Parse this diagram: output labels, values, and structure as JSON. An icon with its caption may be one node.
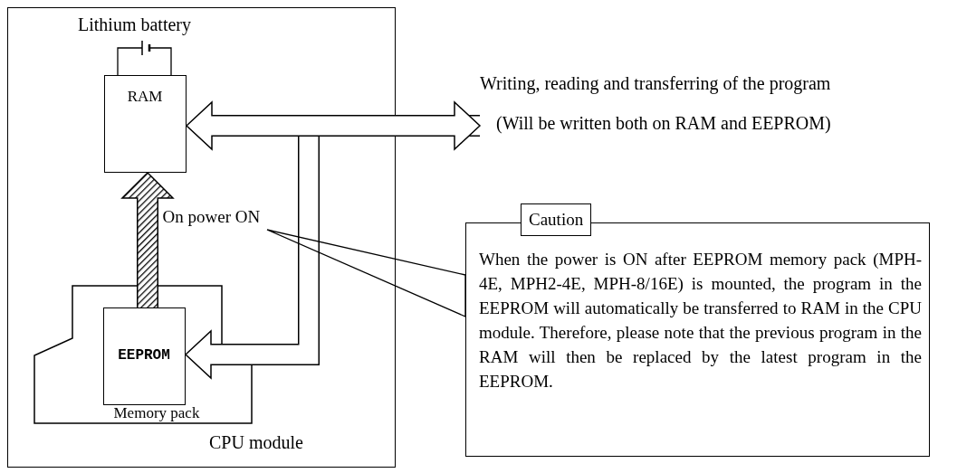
{
  "diagram": {
    "nodes": [
      {
        "text": [
          "CPU module"
        ]
      },
      {
        "text": [
          "RAM"
        ],
        "in": 0
      },
      {
        "text": [
          "Memory pack"
        ],
        "in": 0
      },
      {
        "text": [
          "EEPROM"
        ],
        "in": 2
      },
      {
        "text": [
          "Writing, reading and transferring of the program",
          "(Will be written both on RAM and EEPROM)"
        ]
      },
      {
        "text": [
          "On power ON"
        ],
        "in": 0
      },
      {
        "text": [
          "Caution",
          "When the power is ON after EEPROM memory pack (MPH-4E, MPH2-4E, MPH-8/16E) is mounted, the program in the EEPROM will automatically be transferred to RAM in the CPU module. Therefore, please note that the previous program in the RAM will then be replaced by the latest program in the EEPROM."
        ]
      }
    ],
    "edges": [
      {
        "from": 4,
        "to": 1,
        "arrow": "both"
      },
      {
        "from": 4,
        "to": 3,
        "arrow": "to"
      },
      {
        "from": 3,
        "to": 1,
        "arrow": "to",
        "style": "thick"
      },
      {
        "from": 6,
        "to": 5,
        "arrow": "none",
        "color": "#000000"
      }
    ],
    "labels": [
      "Lithium battery"
    ]
  }
}
